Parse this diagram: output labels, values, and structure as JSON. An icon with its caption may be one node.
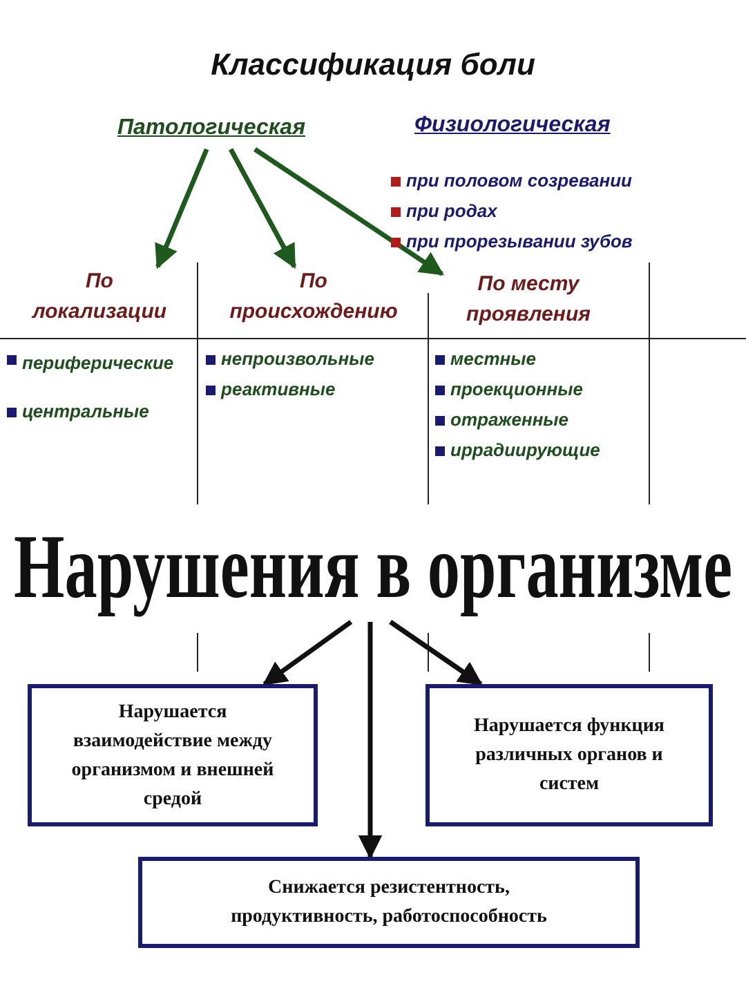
{
  "diagram": {
    "title": "Классификация боли",
    "nodes": [
      {
        "text": [
          "Патологическая"
        ]
      },
      {
        "text": [
          "По локализации"
        ]
      },
      {
        "text": [
          "По происхождению"
        ]
      },
      {
        "text": [
          "По месту проявления"
        ]
      },
      {
        "text": [
          "Нарушения в организме"
        ]
      },
      {
        "text": [
          "Нарушается взаимодействие между организмом и внешней средой"
        ]
      },
      {
        "text": [
          "Нарушается функция различных органов и систем"
        ]
      },
      {
        "text": [
          "Снижается резистентность, продуктивность, работоспособность"
        ]
      }
    ],
    "edges": [
      {
        "from": 0,
        "to": 1,
        "arrow": "to",
        "color": "#1e5a1e"
      },
      {
        "from": 0,
        "to": 2,
        "arrow": "to",
        "color": "#1e5a1e"
      },
      {
        "from": 0,
        "to": 3,
        "arrow": "to",
        "color": "#1e5a1e"
      },
      {
        "from": 4,
        "to": 5,
        "arrow": "to",
        "color": "#111111"
      },
      {
        "from": 4,
        "to": 6,
        "arrow": "to",
        "color": "#111111"
      },
      {
        "from": 4,
        "to": 7,
        "arrow": "to",
        "color": "#111111"
      }
    ],
    "labels": [
      "Физиологическая",
      "при половом созревании",
      "при родах",
      "при прорезывании зубов",
      "периферические",
      "центральные",
      "непроизвольные",
      "реактивные",
      "местные",
      "проекционные",
      "отраженные",
      "иррадиирующие"
    ]
  }
}
